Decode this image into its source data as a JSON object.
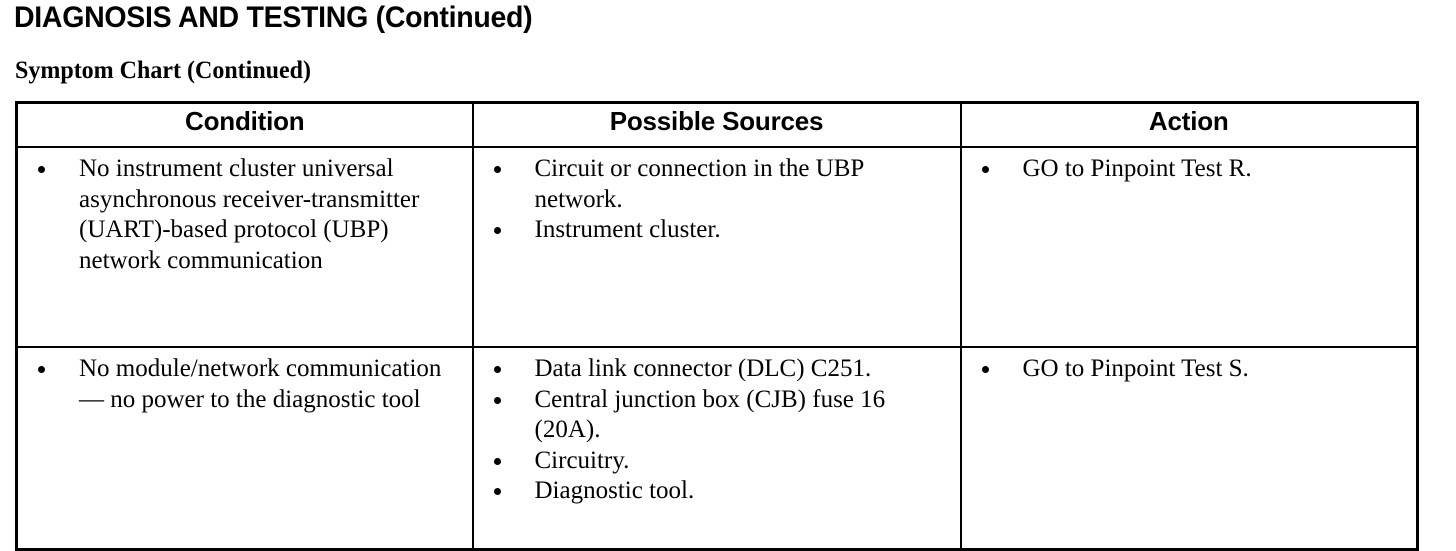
{
  "document": {
    "title": "DIAGNOSIS AND TESTING (Continued)",
    "section_title": "Symptom Chart (Continued)"
  },
  "table": {
    "headers": {
      "condition": "Condition",
      "possible_sources": "Possible Sources",
      "action": "Action"
    },
    "rows": [
      {
        "condition": [
          "No instrument cluster universal asynchronous receiver-transmitter (UART)-based protocol (UBP) network communication"
        ],
        "possible_sources": [
          "Circuit or connection in the UBP network.",
          "Instrument cluster."
        ],
        "action": [
          "GO to Pinpoint Test R."
        ]
      },
      {
        "condition": [
          "No module/network communication — no power to the diagnostic tool"
        ],
        "possible_sources": [
          "Data link connector (DLC) C251.",
          "Central junction box (CJB) fuse 16 (20A).",
          "Circuitry.",
          "Diagnostic tool."
        ],
        "action": [
          "GO to Pinpoint Test S."
        ]
      }
    ]
  },
  "colors": {
    "page_background": "#ffffff",
    "text": "#000000",
    "table_border": "#000000"
  }
}
